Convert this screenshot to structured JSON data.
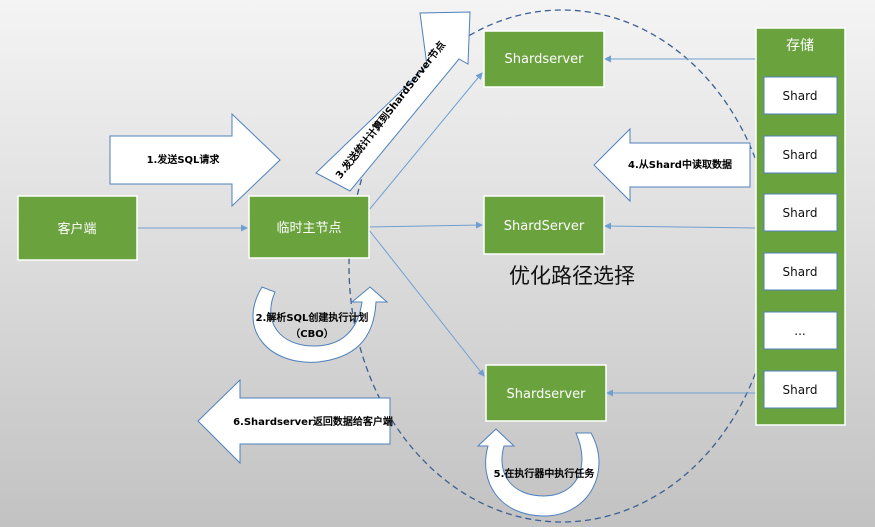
{
  "nodes": {
    "client": "客户端",
    "temp_master": "临时主节点",
    "shardserver_top": "Shardserver",
    "shardserver_mid": "ShardServer",
    "shardserver_bottom": "Shardserver"
  },
  "storage": {
    "title": "存储",
    "shards": [
      "Shard",
      "Shard",
      "Shard",
      "Shard",
      "...",
      "Shard"
    ]
  },
  "steps": {
    "step1": "1.发送SQL请求",
    "step2_line1": "2.解析SQL创建执行计划",
    "step2_line2": "（CBO）",
    "step3": "3.发送统计计算到ShardServer节点",
    "step4": "4.从Shard中读取数据",
    "step5": "5.在执行器中执行任务",
    "step6": "6.Shardserver返回数据给客户端"
  },
  "labels": {
    "optimize_path": "优化路径选择"
  },
  "colors": {
    "node_fill": "#6aa23e",
    "node_border": "#ffffff",
    "connector": "#6f9fd0",
    "ellipse_stroke": "#3a5f93",
    "arrow_fill": "#ffffff",
    "arrow_stroke": "#4e80bd"
  }
}
